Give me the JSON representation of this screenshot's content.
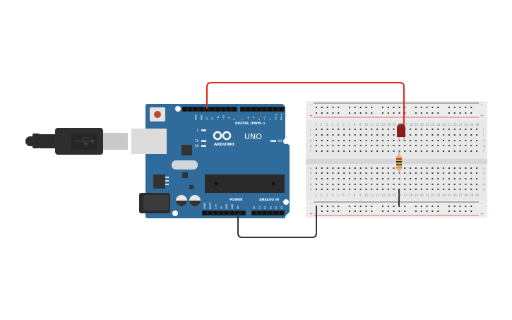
{
  "arduino": {
    "brand": "ARDUINO",
    "model": "UNO",
    "digital_label": "DIGITAL (PWM~)",
    "power_label": "POWER",
    "analog_label": "ANALOG IN",
    "on_label": "ON",
    "led_l": "L",
    "led_tx": "TX",
    "led_rx": "RX",
    "digital_pins": [
      "AREF",
      "GND",
      "13",
      "12",
      "~11",
      "~10",
      "~9",
      "8",
      "7",
      "~6",
      "~5",
      "4",
      "~3",
      "2",
      "TX→1",
      "RX←0"
    ],
    "power_pins": [
      "IOREF",
      "RESET",
      "3.3V",
      "5V",
      "GND",
      "GND",
      "Vin"
    ],
    "analog_pins": [
      "A0",
      "A1",
      "A2",
      "A3",
      "A4",
      "A5"
    ],
    "colors": {
      "board": "#2f6c9b",
      "header": "#222222"
    }
  },
  "breadboard": {
    "rows_top": [
      "j",
      "i",
      "h",
      "g",
      "f"
    ],
    "rows_bottom": [
      "e",
      "d",
      "c",
      "b",
      "a"
    ],
    "columns": 30,
    "rail_plus": "+",
    "rail_minus": "-"
  },
  "components": {
    "led_color": "#8e1b1b",
    "resistor_bands": [
      "#c0392b",
      "#222222",
      "#6b3a12",
      "#c9a34a"
    ]
  },
  "wires": {
    "signal_color": "#e0261f",
    "ground_color": "#333333"
  }
}
